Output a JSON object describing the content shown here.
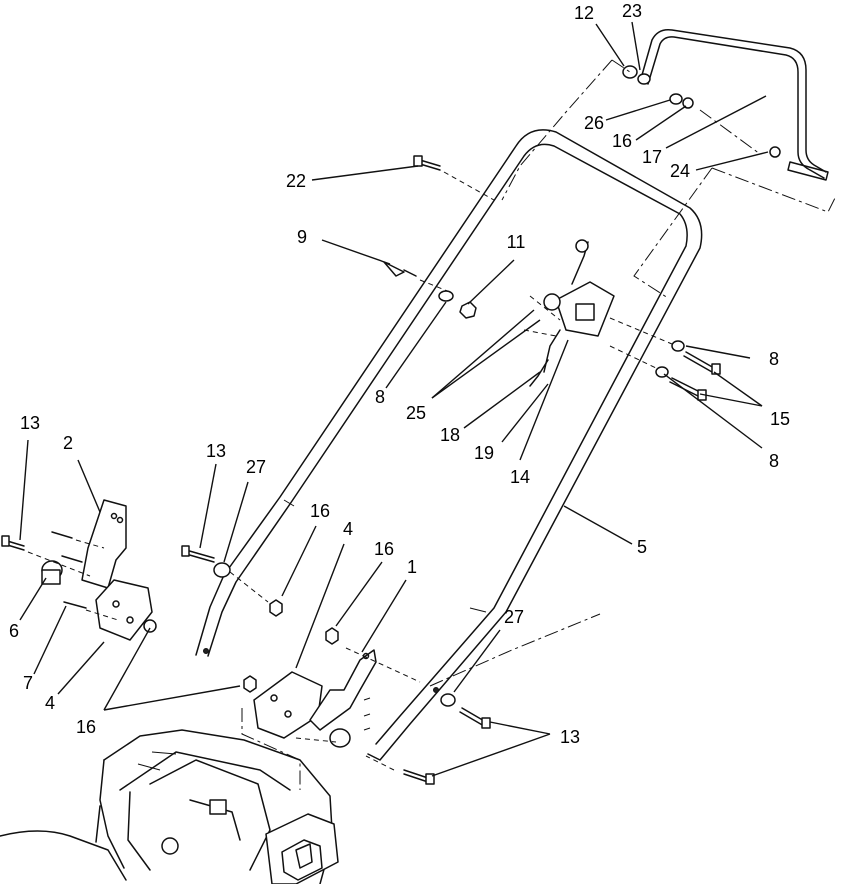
{
  "callouts": [
    {
      "id": "c-12",
      "label": "12"
    },
    {
      "id": "c-23",
      "label": "23"
    },
    {
      "id": "c-26",
      "label": "26"
    },
    {
      "id": "c-16a",
      "label": "16"
    },
    {
      "id": "c-17",
      "label": "17"
    },
    {
      "id": "c-24",
      "label": "24"
    },
    {
      "id": "c-22",
      "label": "22"
    },
    {
      "id": "c-9",
      "label": "9"
    },
    {
      "id": "c-11",
      "label": "11"
    },
    {
      "id": "c-8a",
      "label": "8"
    },
    {
      "id": "c-8b",
      "label": "8"
    },
    {
      "id": "c-8c",
      "label": "8"
    },
    {
      "id": "c-25",
      "label": "25"
    },
    {
      "id": "c-15",
      "label": "15"
    },
    {
      "id": "c-18",
      "label": "18"
    },
    {
      "id": "c-19",
      "label": "19"
    },
    {
      "id": "c-14",
      "label": "14"
    },
    {
      "id": "c-13a",
      "label": "13"
    },
    {
      "id": "c-2",
      "label": "2"
    },
    {
      "id": "c-13b",
      "label": "13"
    },
    {
      "id": "c-27a",
      "label": "27"
    },
    {
      "id": "c-16b",
      "label": "16"
    },
    {
      "id": "c-4a",
      "label": "4"
    },
    {
      "id": "c-16c",
      "label": "16"
    },
    {
      "id": "c-1",
      "label": "1"
    },
    {
      "id": "c-5",
      "label": "5"
    },
    {
      "id": "c-6",
      "label": "6"
    },
    {
      "id": "c-7",
      "label": "7"
    },
    {
      "id": "c-4b",
      "label": "4"
    },
    {
      "id": "c-16d",
      "label": "16"
    },
    {
      "id": "c-27b",
      "label": "27"
    },
    {
      "id": "c-13c",
      "label": "13"
    }
  ]
}
